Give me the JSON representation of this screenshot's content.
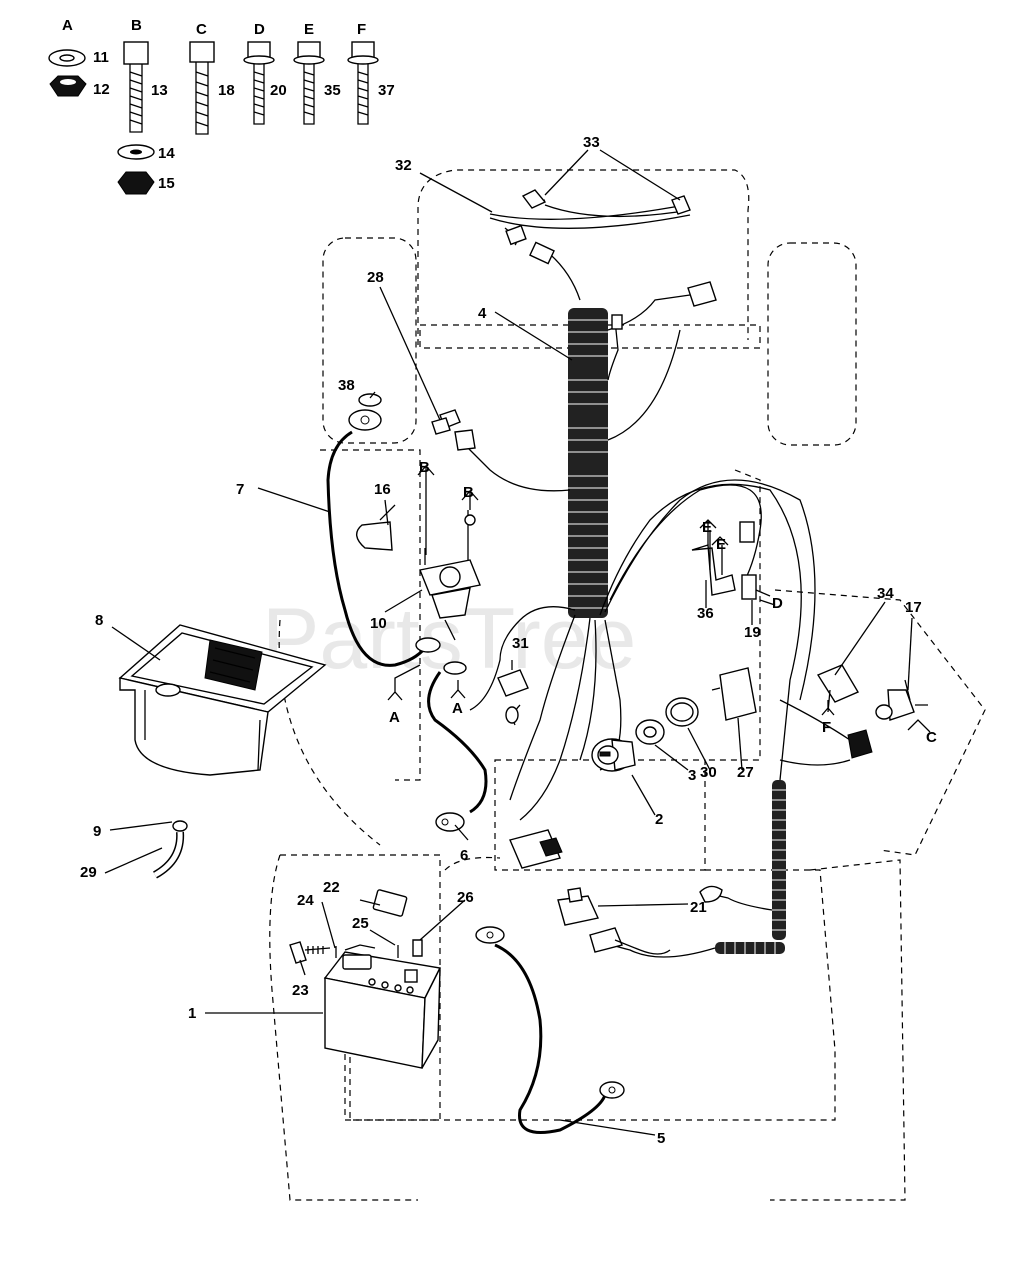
{
  "watermark": "PartsTree",
  "hardware_letters": [
    "A",
    "B",
    "C",
    "D",
    "E",
    "F"
  ],
  "hardware_numbers": [
    "11",
    "12",
    "13",
    "14",
    "15",
    "18",
    "20",
    "35",
    "37"
  ],
  "callouts": [
    "1",
    "2",
    "3",
    "4",
    "5",
    "6",
    "7",
    "8",
    "9",
    "10",
    "16",
    "17",
    "19",
    "21",
    "22",
    "23",
    "24",
    "25",
    "26",
    "27",
    "28",
    "29",
    "30",
    "31",
    "32",
    "33",
    "34",
    "36",
    "38"
  ],
  "connector_letters": [
    "B",
    "B",
    "A",
    "A",
    "E",
    "E",
    "D",
    "F",
    "C"
  ]
}
